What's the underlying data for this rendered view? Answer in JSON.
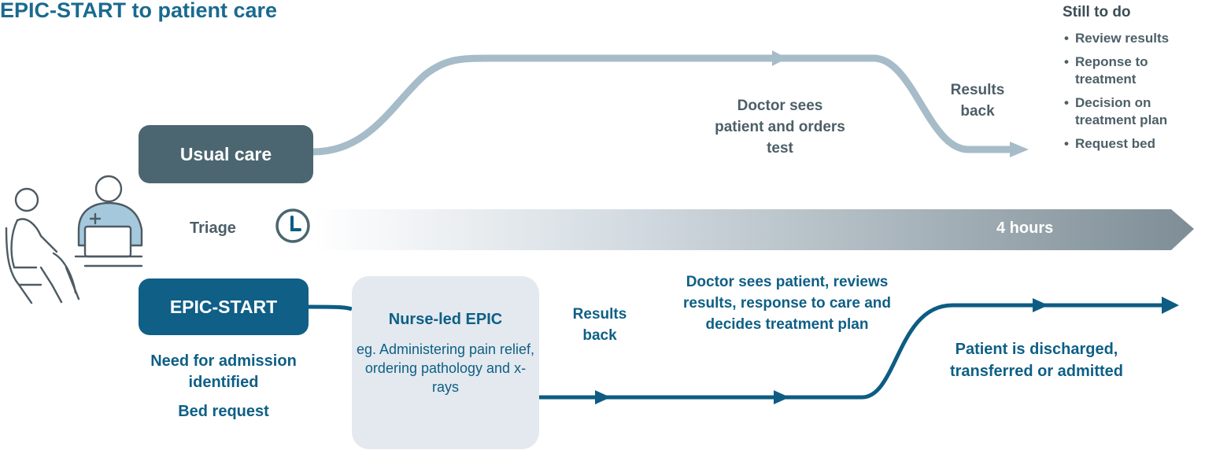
{
  "title": "EPIC-START to patient care",
  "still_to_do": {
    "heading": "Still to do",
    "items": [
      "Review results",
      "Reponse to treatment",
      "Decision on treatment plan",
      "Request bed"
    ]
  },
  "usual_care": {
    "label": "Usual care",
    "doctor_step": "Doctor sees patient and orders test",
    "results_step": "Results back"
  },
  "timeline": {
    "triage_label": "Triage",
    "duration_label": "4 hours"
  },
  "epic_start": {
    "label": "EPIC-START",
    "need_admission": "Need for admission identified",
    "bed_request": "Bed request",
    "nurse_title": "Nurse-led EPIC",
    "nurse_desc": "eg. Administering pain relief, ordering pathology and x-rays",
    "results_step": "Results back",
    "doctor_step": "Doctor sees patient, reviews results, response to care and decides treatment plan",
    "outcome": "Patient is discharged, transferred or admitted"
  },
  "colors": {
    "title": "#1a6a8f",
    "usual_pill": "#4b6670",
    "usual_path": "#a6bcc8",
    "epic_pill": "#0f5f87",
    "epic_path": "#0d5c83",
    "nurse_box": "#e3e9ee",
    "timeline_end": "#7e8d96"
  }
}
